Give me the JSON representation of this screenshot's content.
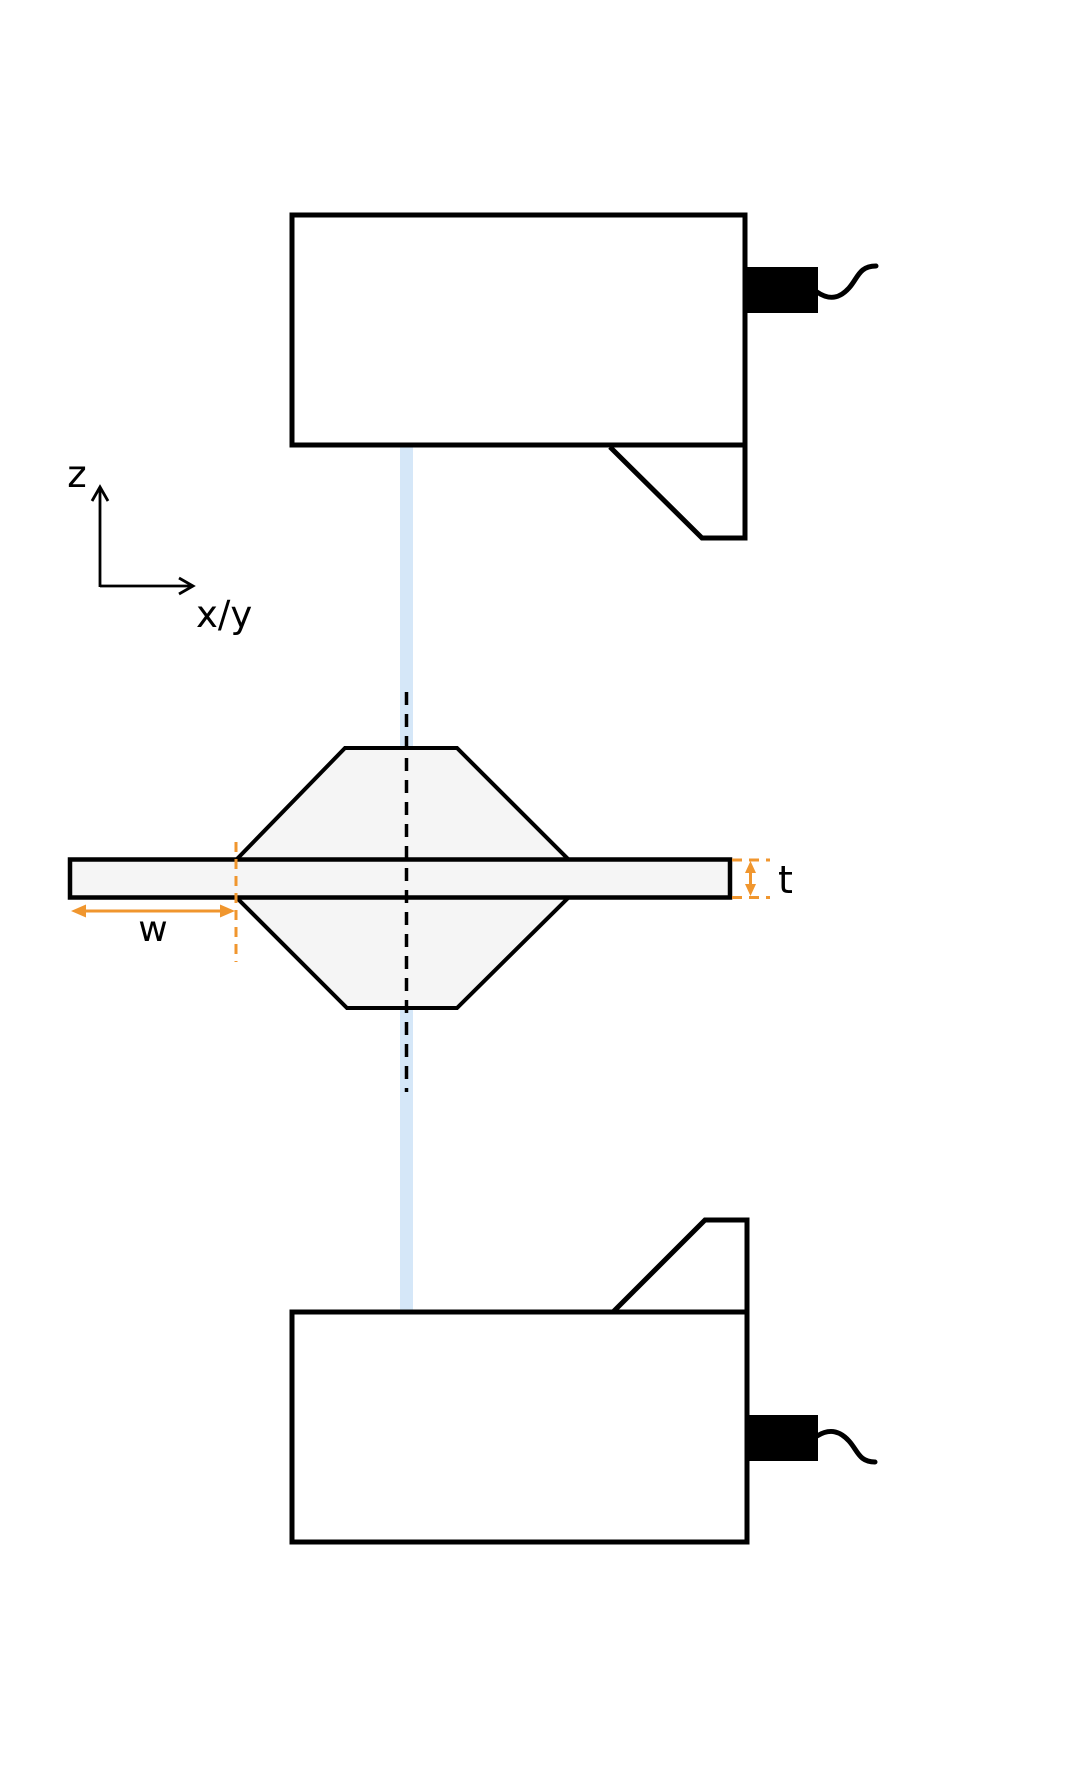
{
  "diagram": {
    "axes": {
      "vertical_label": "z",
      "horizontal_label": "x/y"
    },
    "annotations": {
      "width_label": "w",
      "thickness_label": "t"
    },
    "colors": {
      "accent_orange": "#F0962E",
      "beam_blue": "#D5E7F8",
      "sample_fill": "#F5F5F5",
      "device_fill": "#FFFFFF",
      "line_black": "#000000"
    }
  }
}
